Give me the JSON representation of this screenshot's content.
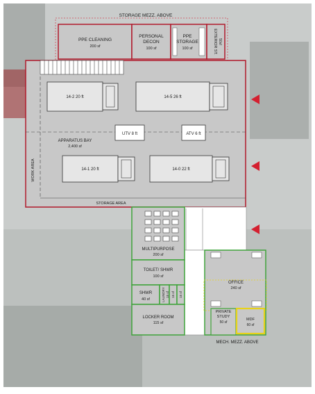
{
  "labels": {
    "storage_mezz": "STORAGE MEZZ. ABOVE",
    "ppe_cleaning": "PPE CLEANING",
    "ppe_cleaning_area": "200 sf",
    "personal_decon_1": "PERSONAL",
    "personal_decon_2": "DECON",
    "personal_decon_area": "100 sf",
    "ppe_storage_1": "PPE",
    "ppe_storage_2": "STORAGE",
    "ppe_storage_area": "100 sf",
    "exterior_st": "EXTERIOR ST.",
    "exterior_st_area": "50sf",
    "apparatus_bay": "APPARATUS BAY",
    "apparatus_bay_area": "2,400 sf",
    "work_area": "WORK AREA",
    "storage_area": "STORAGE AREA",
    "utv": "UTV 8 ft",
    "atv": "ATV 6 ft",
    "multipurpose": "MULTIPURPOSE",
    "multipurpose_area": "200 sf",
    "toilet_shwr": "TOILET/ SHWR",
    "toilet_shwr_area": "100 sf",
    "shwr": "SHWR",
    "shwr_area": "40 sf",
    "laundry": "LAUNDRY",
    "laundry_area": "15 sf",
    "small_a": "15 sf",
    "small_b": "15 sf",
    "locker_room": "LOCKER ROOM",
    "locker_room_area": "115 sf",
    "office": "OFFICE",
    "office_area": "240 sf",
    "private_study_1": "PRIVATE",
    "private_study_2": "STUDY",
    "private_study_area": "50 sf",
    "mdf": "MDF",
    "mdf_area": "60 sf",
    "mech_mezz": "MECH. MEZZ. ABOVE"
  },
  "vehicles": [
    {
      "label": "14-2 20 ft"
    },
    {
      "label": "14-5 26 ft"
    },
    {
      "label": "14-1 20 ft"
    },
    {
      "label": "14-0 22 ft"
    }
  ],
  "colors": {
    "bay_outline": "#b0192a",
    "wing_outline": "#3fa33a",
    "mdf_outline": "#e8d21a",
    "arrow": "#d42030",
    "room_fill": "#c8c8c8",
    "vehicle_fill": "#e6e6e6"
  }
}
